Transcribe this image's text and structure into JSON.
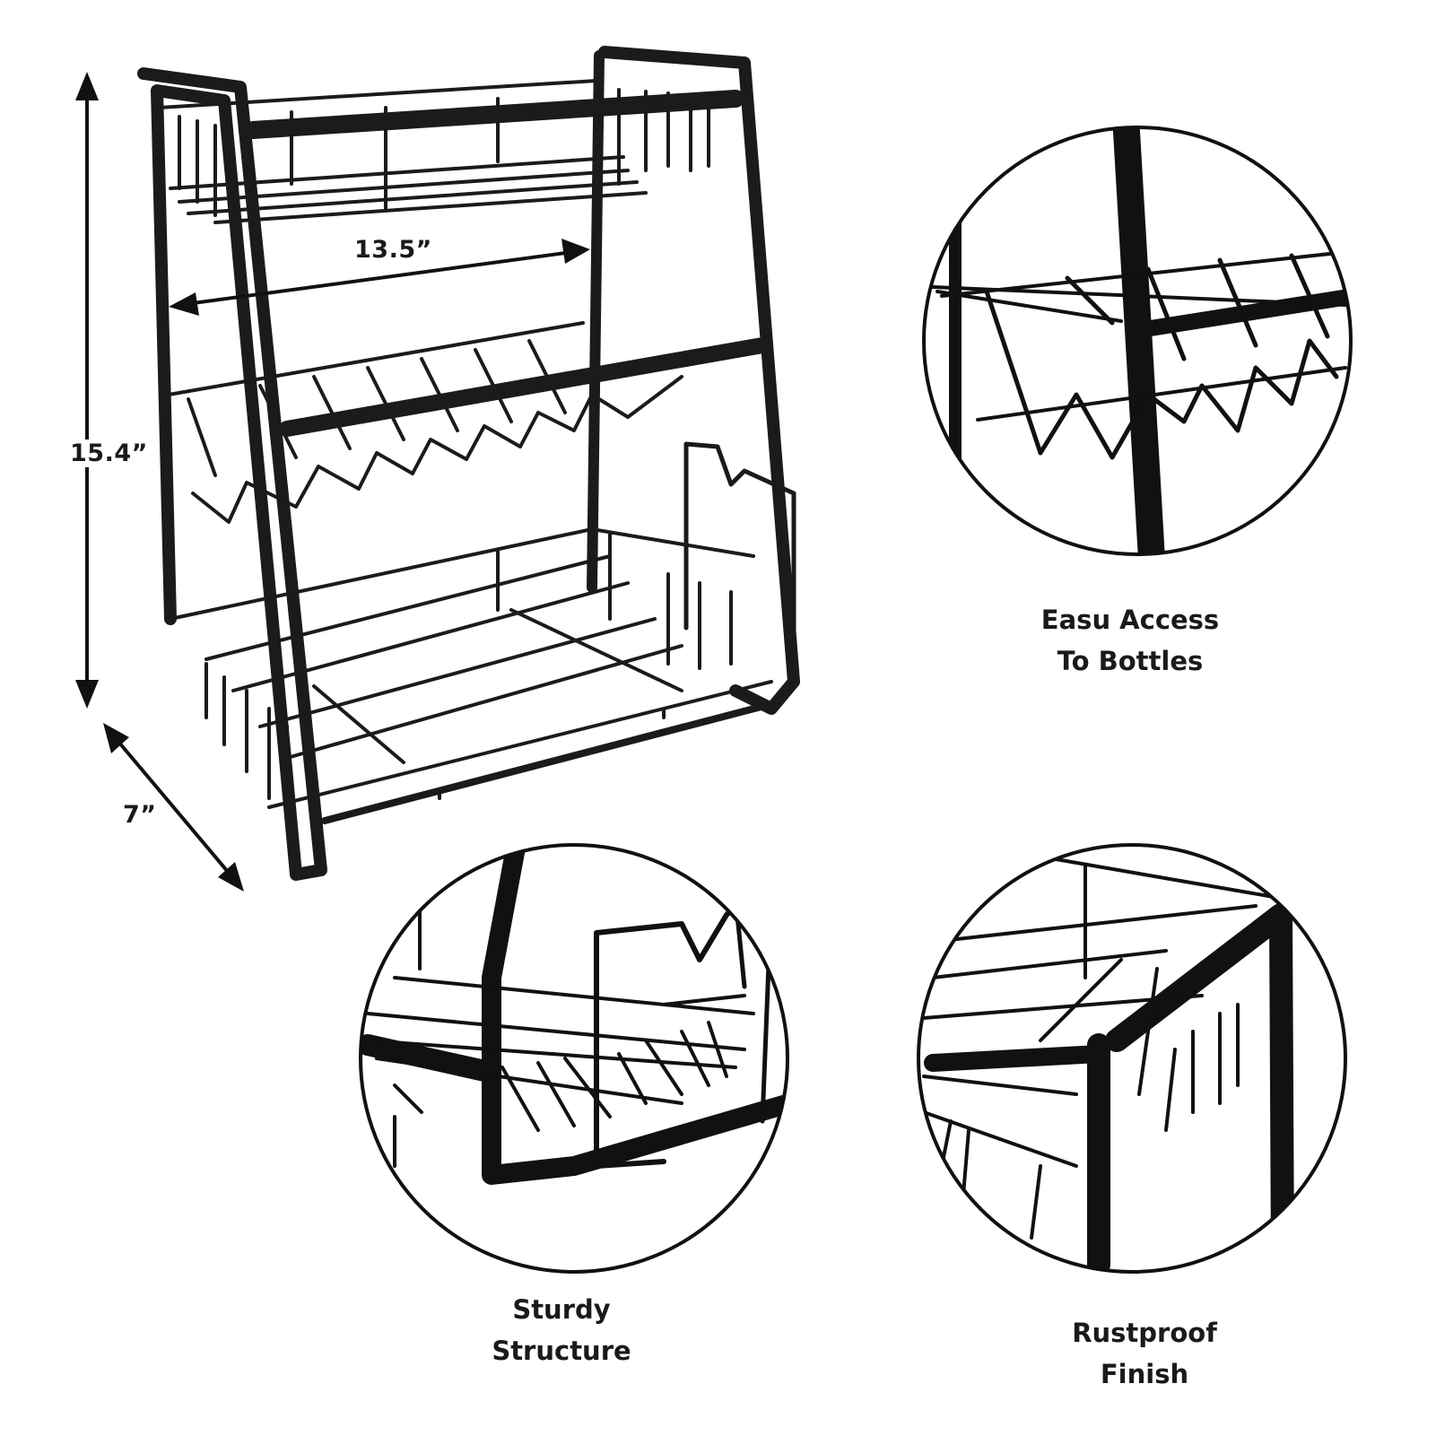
{
  "dimensions": {
    "width": "13.5”",
    "height": "15.4”",
    "depth": "7”"
  },
  "features": [
    {
      "line1": "Easu Access",
      "line2": "To Bottles"
    },
    {
      "line1": "Sturdy",
      "line2": "Structure"
    },
    {
      "line1": "Rustproof",
      "line2": "Finish"
    }
  ],
  "colors": {
    "rack": "#1b1b1b",
    "circle_outline": "#111111",
    "background": "#ffffff"
  }
}
